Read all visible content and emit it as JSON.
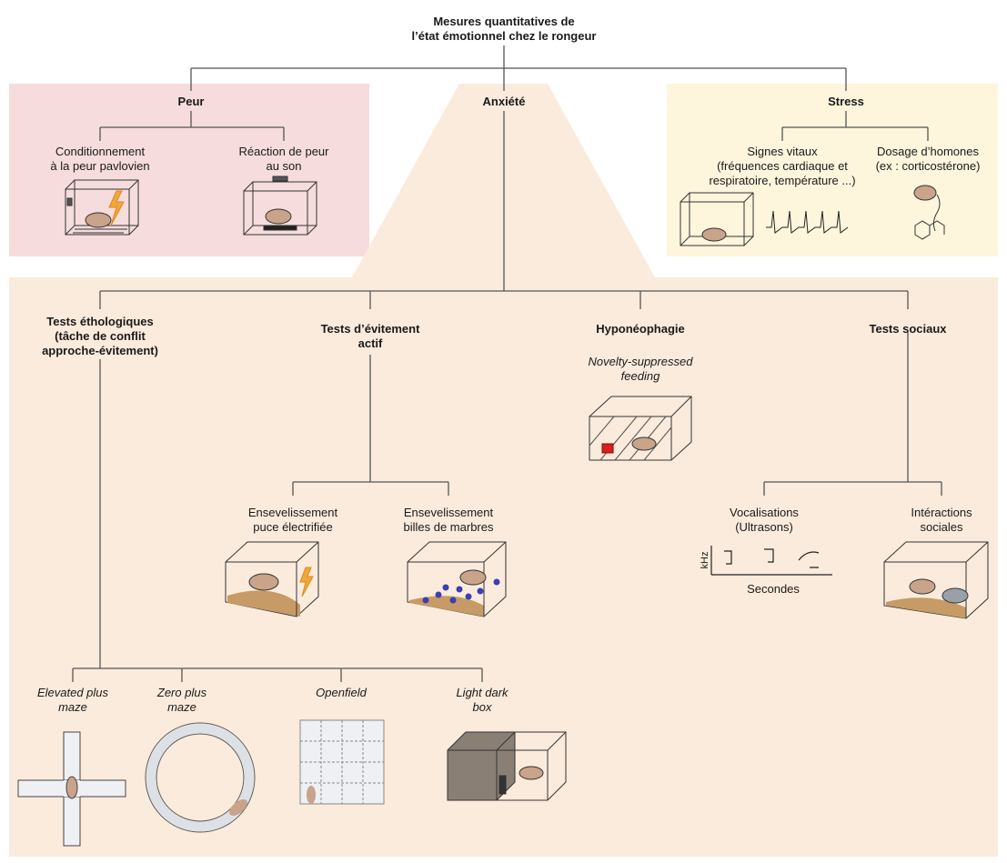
{
  "title": [
    "Mesures quantitatives de",
    "l’état émotionnel chez le rongeur"
  ],
  "fear": {
    "heading": "Peur",
    "item1": [
      "Conditionnement",
      "à la peur pavlovien"
    ],
    "item2": [
      "Réaction de peur",
      "au son"
    ]
  },
  "anxiety": {
    "heading": "Anxiété"
  },
  "stress": {
    "heading": "Stress",
    "item1": [
      "Signes vitaux",
      "(fréquences cardiaque et",
      "respiratoire, température ...)"
    ],
    "item2": [
      "Dosage d’homones",
      "(ex : corticostérone)"
    ]
  },
  "tests": {
    "ethological": {
      "heading": [
        "Tests éthologiques",
        "(tâche de conflit",
        "approche-évitement)"
      ],
      "subtests": [
        [
          "Elevated plus",
          "maze"
        ],
        [
          "Zero plus",
          "maze"
        ],
        [
          "Openfield"
        ],
        [
          "Light dark",
          "box"
        ]
      ]
    },
    "avoidance": {
      "heading": [
        "Tests d’évitement",
        "actif"
      ],
      "item1": [
        "Ensevelissement",
        "puce électrifiée"
      ],
      "item2": [
        "Ensevelissement",
        "billes de  marbres"
      ]
    },
    "hyponeophagia": {
      "heading": "Hyponéophagie",
      "sub": [
        "Novelty-suppressed",
        "feeding"
      ]
    },
    "social": {
      "heading": "Tests sociaux",
      "item1": [
        "Vocalisations",
        "(Ultrasons)"
      ],
      "item2": [
        "Intéractions",
        "sociales"
      ],
      "axis_y": "kHz",
      "axis_x": "Secondes"
    }
  },
  "colors": {
    "fear_bg": "#f6dcdc",
    "stress_bg": "#fdf5dc",
    "anxiety_bg": "#fbebdc",
    "line": "#555555"
  }
}
